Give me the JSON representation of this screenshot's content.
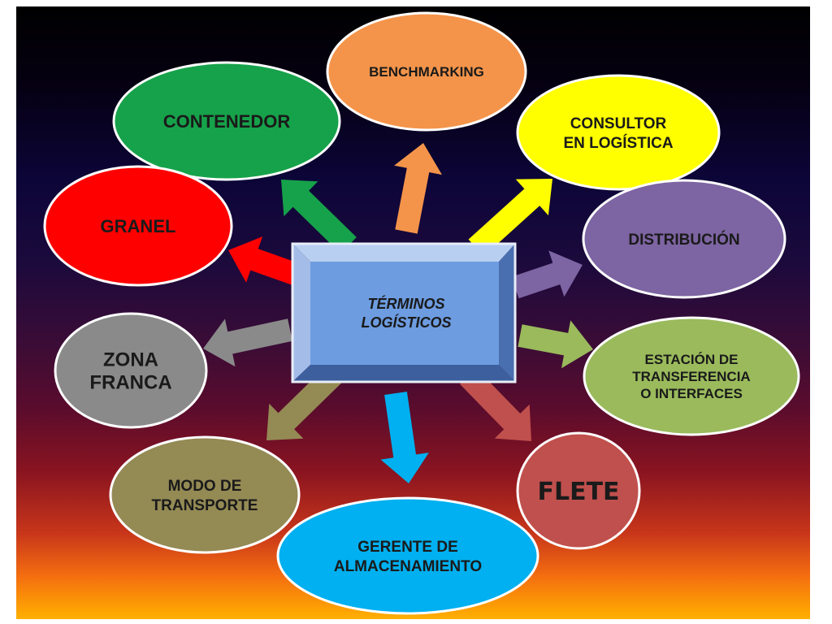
{
  "center": {
    "line1": "TÉRMINOS",
    "line2": "LOGÍSTICOS",
    "color": "#6d9ce0"
  },
  "nodes": [
    {
      "id": "benchmarking",
      "lines": [
        "BENCHMARKING"
      ],
      "color": "#f4944a",
      "text_color": "#1a1a1a"
    },
    {
      "id": "contenedor",
      "lines": [
        "CONTENEDOR"
      ],
      "color": "#16a24a",
      "text_color": "#1a1a1a"
    },
    {
      "id": "consultor",
      "lines": [
        "CONSULTOR",
        "EN LOGÍSTICA"
      ],
      "color": "#ffff00",
      "text_color": "#1a1a1a"
    },
    {
      "id": "granel",
      "lines": [
        "GRANEL"
      ],
      "color": "#ff0000",
      "text_color": "#1a1a1a"
    },
    {
      "id": "distribucion",
      "lines": [
        "DISTRIBUCIÓN"
      ],
      "color": "#7d64a2",
      "text_color": "#1a1a1a"
    },
    {
      "id": "zona-franca",
      "lines": [
        "ZONA",
        "FRANCA"
      ],
      "color": "#8a8a8a",
      "text_color": "#1a1a1a"
    },
    {
      "id": "estacion",
      "lines": [
        "ESTACIÓN DE",
        "TRANSFERENCIA",
        "O INTERFACES"
      ],
      "color": "#9aba5c",
      "text_color": "#1a1a1a"
    },
    {
      "id": "modo-transporte",
      "lines": [
        "MODO DE",
        "TRANSPORTE"
      ],
      "color": "#948a54",
      "text_color": "#1a1a1a"
    },
    {
      "id": "flete",
      "lines": [
        "FLETE"
      ],
      "color": "#c0504d",
      "text_color": "#1a1a1a"
    },
    {
      "id": "gerente",
      "lines": [
        "GERENTE DE",
        "ALMACENAMIENTO"
      ],
      "color": "#00b0f0",
      "text_color": "#1a1a1a"
    }
  ],
  "arrows": [
    {
      "target": "benchmarking",
      "color": "#f4944a"
    },
    {
      "target": "contenedor",
      "color": "#16a24a"
    },
    {
      "target": "consultor",
      "color": "#ffff00"
    },
    {
      "target": "granel",
      "color": "#ff0000"
    },
    {
      "target": "distribucion",
      "color": "#7d64a2"
    },
    {
      "target": "zona-franca",
      "color": "#8a8a8a"
    },
    {
      "target": "estacion",
      "color": "#9aba5c"
    },
    {
      "target": "modo-transporte",
      "color": "#948a54"
    },
    {
      "target": "flete",
      "color": "#c0504d"
    },
    {
      "target": "gerente",
      "color": "#00b0f0"
    }
  ]
}
